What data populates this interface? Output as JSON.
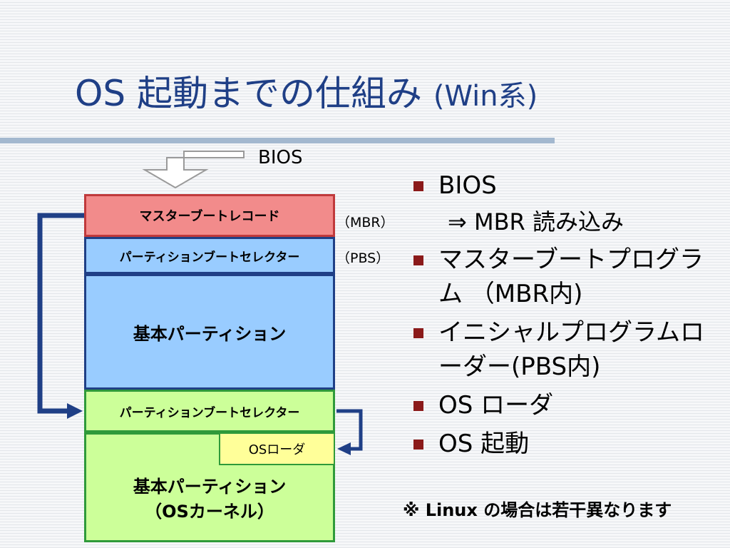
{
  "title": {
    "main": "OS 起動までの仕組み",
    "suffix": "(Win系)"
  },
  "diagram": {
    "bios_label": "BIOS",
    "boxes": {
      "mbr": "マスターブートレコード",
      "pbs": "パーティションブートセレクター",
      "partition_1": "基本パーティション",
      "pbs_2": "パーティションブートセレクター",
      "os_loader": "OSローダ",
      "partition_2_line1": "基本パーティション",
      "partition_2_line2": "（OSカーネル）"
    },
    "side_labels": {
      "mbr": "（MBR）",
      "pbs": "（PBS）"
    }
  },
  "bullets": [
    {
      "text": "BIOS"
    },
    {
      "text": "マスターブートプログラム （MBR内)"
    },
    {
      "text": "イニシャルプログラムローダー(PBS内)"
    },
    {
      "text": "OS ローダ"
    },
    {
      "text": "OS 起動"
    }
  ],
  "sub_bullet": "⇒  MBR 読み込み",
  "note": "※  Linux の場合は若干異なります",
  "colors": {
    "title": "#1f3f86",
    "mbr_fill": "#f28b8b",
    "partition_blue": "#99ccff",
    "partition_green": "#ccff99",
    "os_loader_fill": "#ffff99",
    "arrow": "#1f3f86",
    "bullet_marker": "#8b1a1a"
  }
}
